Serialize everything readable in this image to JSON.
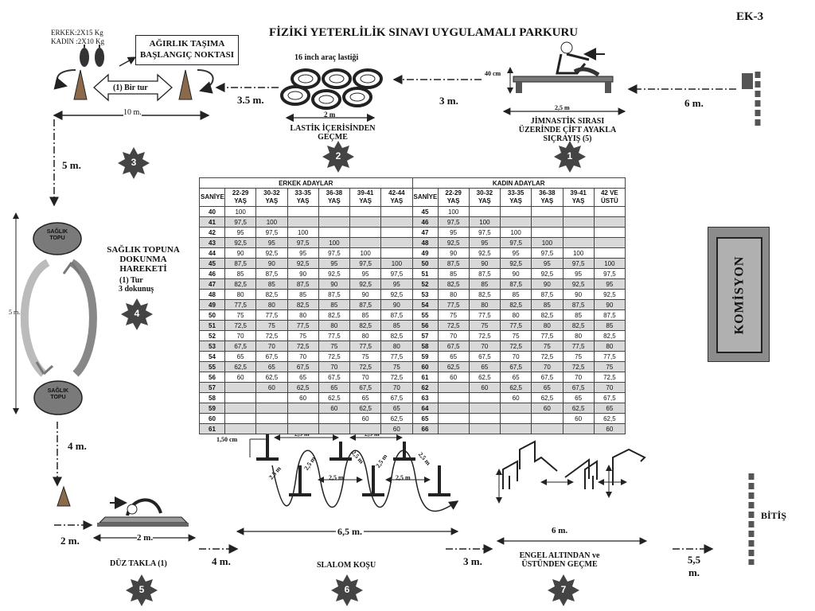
{
  "header": {
    "title": "FİZİKİ YETERLİLİK SINAVI UYGULAMALI PARKURU",
    "code": "EK-3"
  },
  "weights": {
    "male": "ERKEK:2X15 Kg",
    "female": "KADIN :2X10 Kg"
  },
  "stations": {
    "start_label": "AĞIRLIK TAŞIMA BAŞLANGIÇ NOKTASI",
    "bir_tur": "(1) Bir tur",
    "tire_title": "16 inch araç lastiği",
    "tire_station": "LASTİK İÇERİSİNDEN GEÇME",
    "bench_station": "JİMNASTİK SIRASI ÜZERİNDE ÇİFT AYAKLA SIÇRAYIŞ (5)",
    "health_ball_station": "SAĞLIK TOPUNA DOKUNMA HAREKETİ",
    "health_ball_tur": "(1) Tur",
    "health_ball_touch": "3 dokunuş",
    "health_ball_label": "SAĞLIK TOPU",
    "roll_station": "DÜZ TAKLA (1)",
    "slalom_station": "SLALOM KOŞU",
    "hurdle_station": "ENGEL ALTINDAN ve ÜSTÜNDEN GEÇME",
    "finish": "BİTİŞ",
    "commission": "KOMİSYON"
  },
  "numbers": [
    "1",
    "2",
    "3",
    "4",
    "5",
    "6",
    "7"
  ],
  "distances": {
    "d_3_5": "3.5 m.",
    "d_3": "3 m.",
    "d_6": "6 m.",
    "d_10": "10 m.",
    "d_2m": "2 m",
    "d_2_5_bench": "2,5 m",
    "d_40cm": "40 cm",
    "d_5_left": "5 m.",
    "d_5_small": "5 m.",
    "d_4_left": "4 m.",
    "d_2_left": "2 m.",
    "d_2_roll": "2 m.",
    "d_4_bottom": "4 m.",
    "d_6_5": "6,5 m.",
    "d_3_bottom": "3 m.",
    "d_6_hurdle": "6 m.",
    "d_5_5": "5,5 m.",
    "d_150cm": "1,50 cm",
    "d_2_5": "2,5 m"
  },
  "table": {
    "male_group": "ERKEK ADAYLAR",
    "female_group": "KADIN ADAYLAR",
    "saniye": "SANİYE",
    "male_cols": [
      "22-29 YAŞ",
      "30-32 YAŞ",
      "33-35 YAŞ",
      "36-38 YAŞ",
      "39-41 YAŞ",
      "42-44 YAŞ"
    ],
    "female_cols": [
      "22-29 YAŞ",
      "30-32 YAŞ",
      "33-35 YAŞ",
      "36-38 YAŞ",
      "39-41 YAŞ",
      "42 VE ÜSTÜ"
    ],
    "rows": [
      [
        "40",
        "100",
        "",
        "",
        "",
        "",
        "",
        "45",
        "100",
        "",
        "",
        "",
        "",
        ""
      ],
      [
        "41",
        "97,5",
        "100",
        "",
        "",
        "",
        "",
        "46",
        "97,5",
        "100",
        "",
        "",
        "",
        ""
      ],
      [
        "42",
        "95",
        "97,5",
        "100",
        "",
        "",
        "",
        "47",
        "95",
        "97,5",
        "100",
        "",
        "",
        ""
      ],
      [
        "43",
        "92,5",
        "95",
        "97,5",
        "100",
        "",
        "",
        "48",
        "92,5",
        "95",
        "97,5",
        "100",
        "",
        ""
      ],
      [
        "44",
        "90",
        "92,5",
        "95",
        "97,5",
        "100",
        "",
        "49",
        "90",
        "92,5",
        "95",
        "97,5",
        "100",
        ""
      ],
      [
        "45",
        "87,5",
        "90",
        "92,5",
        "95",
        "97,5",
        "100",
        "50",
        "87,5",
        "90",
        "92,5",
        "95",
        "97,5",
        "100"
      ],
      [
        "46",
        "85",
        "87,5",
        "90",
        "92,5",
        "95",
        "97,5",
        "51",
        "85",
        "87,5",
        "90",
        "92,5",
        "95",
        "97,5"
      ],
      [
        "47",
        "82,5",
        "85",
        "87,5",
        "90",
        "92,5",
        "95",
        "52",
        "82,5",
        "85",
        "87,5",
        "90",
        "92,5",
        "95"
      ],
      [
        "48",
        "80",
        "82,5",
        "85",
        "87,5",
        "90",
        "92,5",
        "53",
        "80",
        "82,5",
        "85",
        "87,5",
        "90",
        "92,5"
      ],
      [
        "49",
        "77,5",
        "80",
        "82,5",
        "85",
        "87,5",
        "90",
        "54",
        "77,5",
        "80",
        "82,5",
        "85",
        "87,5",
        "90"
      ],
      [
        "50",
        "75",
        "77,5",
        "80",
        "82,5",
        "85",
        "87,5",
        "55",
        "75",
        "77,5",
        "80",
        "82,5",
        "85",
        "87,5"
      ],
      [
        "51",
        "72,5",
        "75",
        "77,5",
        "80",
        "82,5",
        "85",
        "56",
        "72,5",
        "75",
        "77,5",
        "80",
        "82,5",
        "85"
      ],
      [
        "52",
        "70",
        "72,5",
        "75",
        "77,5",
        "80",
        "82,5",
        "57",
        "70",
        "72,5",
        "75",
        "77,5",
        "80",
        "82,5"
      ],
      [
        "53",
        "67,5",
        "70",
        "72,5",
        "75",
        "77,5",
        "80",
        "58",
        "67,5",
        "70",
        "72,5",
        "75",
        "77,5",
        "80"
      ],
      [
        "54",
        "65",
        "67,5",
        "70",
        "72,5",
        "75",
        "77,5",
        "59",
        "65",
        "67,5",
        "70",
        "72,5",
        "75",
        "77,5"
      ],
      [
        "55",
        "62,5",
        "65",
        "67,5",
        "70",
        "72,5",
        "75",
        "60",
        "62,5",
        "65",
        "67,5",
        "70",
        "72,5",
        "75"
      ],
      [
        "56",
        "60",
        "62,5",
        "65",
        "67,5",
        "70",
        "72,5",
        "61",
        "60",
        "62,5",
        "65",
        "67,5",
        "70",
        "72,5"
      ],
      [
        "57",
        "",
        "60",
        "62,5",
        "65",
        "67,5",
        "70",
        "62",
        "",
        "60",
        "62,5",
        "65",
        "67,5",
        "70"
      ],
      [
        "58",
        "",
        "",
        "60",
        "62,5",
        "65",
        "67,5",
        "63",
        "",
        "",
        "60",
        "62,5",
        "65",
        "67,5"
      ],
      [
        "59",
        "",
        "",
        "",
        "60",
        "62,5",
        "65",
        "64",
        "",
        "",
        "",
        "60",
        "62,5",
        "65"
      ],
      [
        "60",
        "",
        "",
        "",
        "",
        "60",
        "62,5",
        "65",
        "",
        "",
        "",
        "",
        "60",
        "62,5"
      ],
      [
        "61",
        "",
        "",
        "",
        "",
        "",
        "60",
        "66",
        "",
        "",
        "",
        "",
        "",
        "60"
      ]
    ]
  }
}
